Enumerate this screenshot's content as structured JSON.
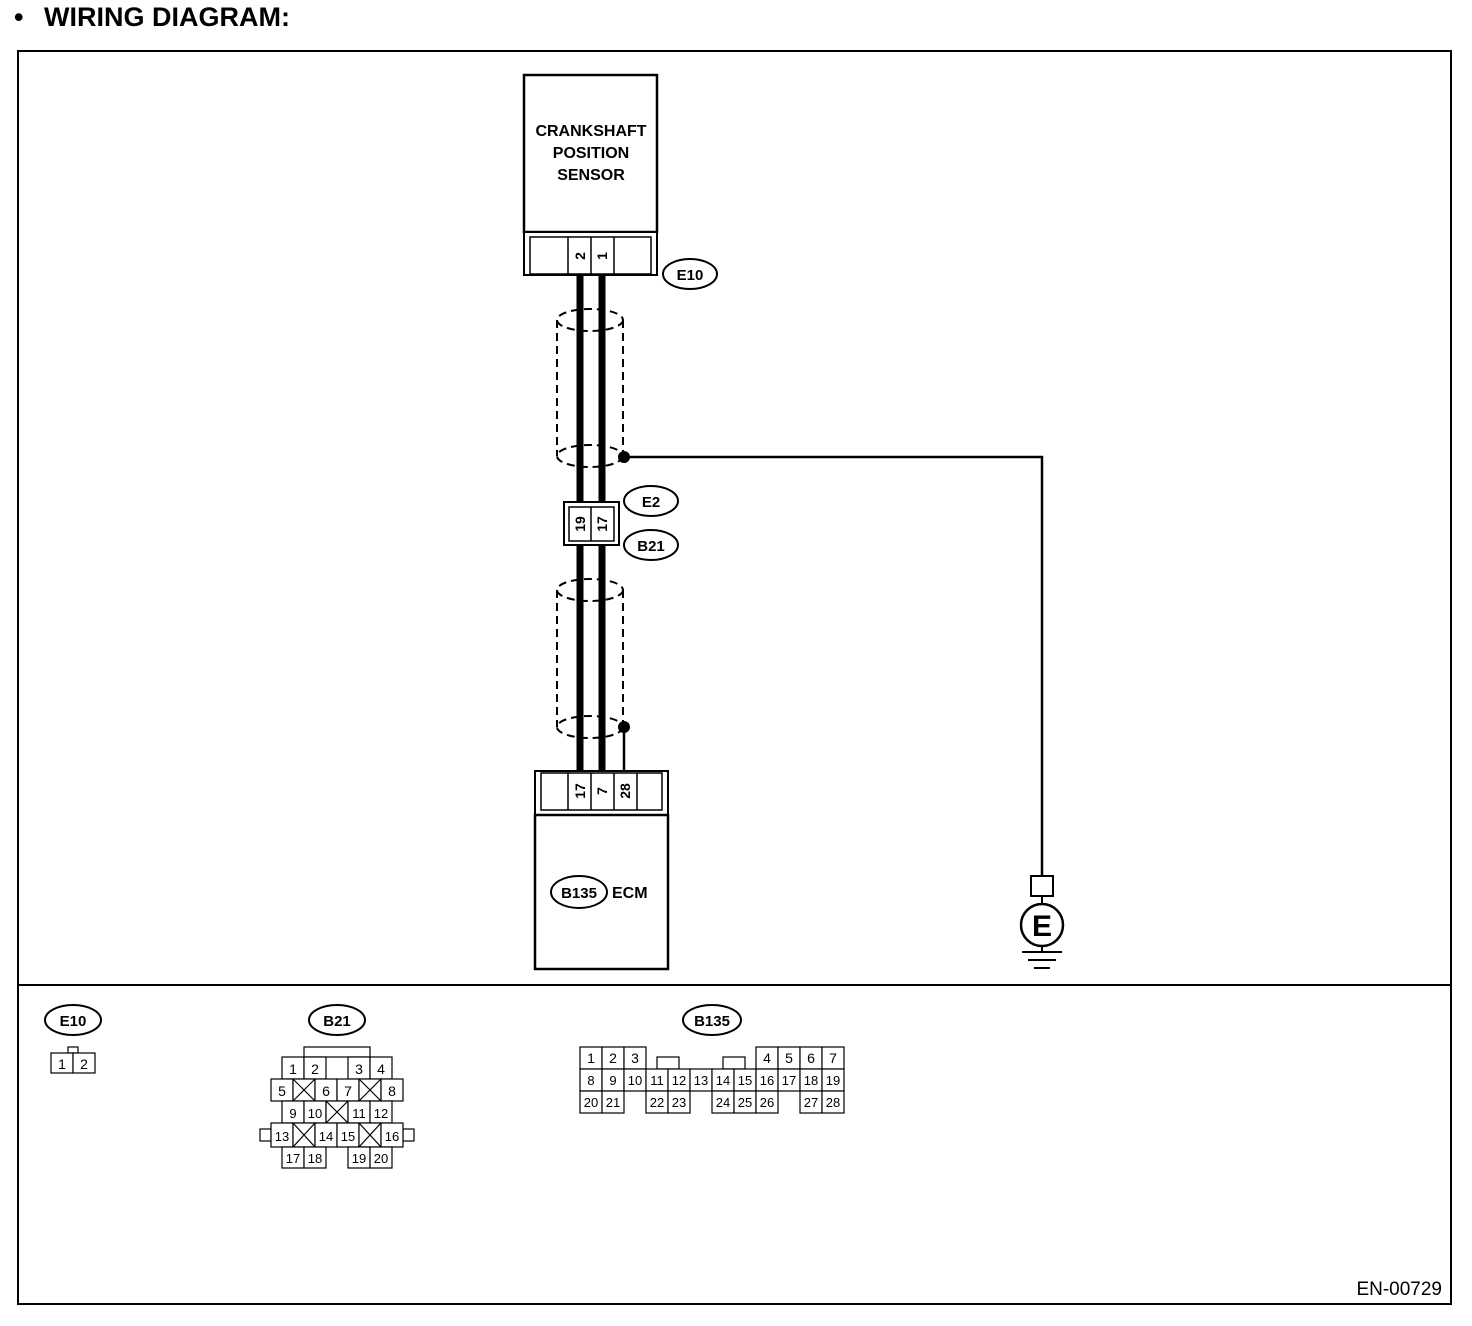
{
  "heading": {
    "bullet": "•",
    "text": "WIRING DIAGRAM:"
  },
  "sensor": {
    "lines": [
      "CRANKSHAFT",
      "POSITION",
      "SENSOR"
    ],
    "connector": "E10",
    "pins": [
      "2",
      "1"
    ]
  },
  "joint": {
    "connector_a": "E2",
    "connector_b": "B21",
    "pins": [
      "19",
      "17"
    ]
  },
  "ecm": {
    "connector": "B135",
    "label": "ECM",
    "pins": [
      "17",
      "7",
      "28"
    ]
  },
  "ground": {
    "symbol": "E"
  },
  "connector_views": {
    "e10": {
      "name": "E10",
      "pins": [
        "1",
        "2"
      ]
    },
    "b21": {
      "name": "B21",
      "rows": [
        [
          "1",
          "2",
          "3",
          "4"
        ],
        [
          "5",
          "6",
          "7",
          "8"
        ],
        [
          "9",
          "10",
          "11",
          "12"
        ],
        [
          "13",
          "14",
          "15",
          "16"
        ],
        [
          "17",
          "18",
          "19",
          "20"
        ]
      ]
    },
    "b135": {
      "name": "B135",
      "rows": [
        [
          "1",
          "2",
          "3",
          "4",
          "5",
          "6",
          "7"
        ],
        [
          "8",
          "9",
          "10",
          "11",
          "12",
          "13",
          "14",
          "15",
          "16",
          "17",
          "18",
          "19"
        ],
        [
          "20",
          "21",
          "22",
          "23",
          "24",
          "25",
          "26",
          "27",
          "28"
        ]
      ]
    }
  },
  "figure_code": "EN-00729"
}
